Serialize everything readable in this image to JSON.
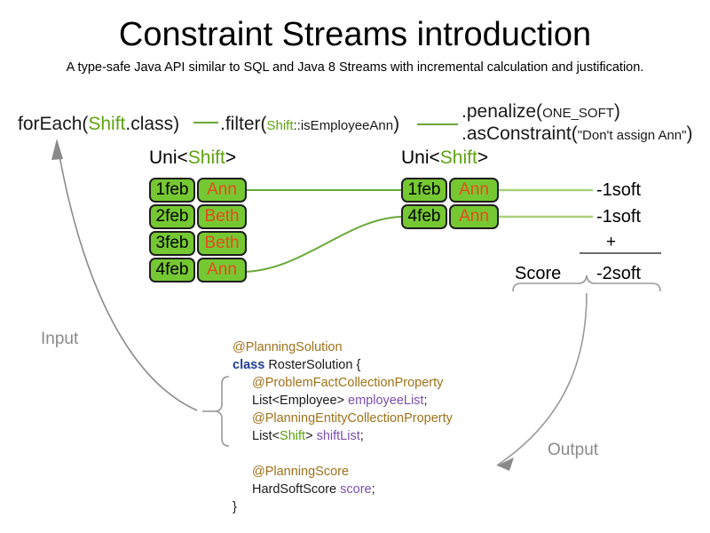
{
  "header": {
    "title": "Constraint Streams introduction",
    "subtitle": "A type-safe Java API similar to SQL and Java 8 Streams with incremental calculation and justification."
  },
  "pipeline": {
    "foreach": {
      "name": "forEach(",
      "type": "Shift",
      "tail": ".class)"
    },
    "filter": {
      "name": ".filter(",
      "arg_type": "Shift",
      "arg_rest": "::isEmployeeAnn",
      "tail": ")"
    },
    "penalize": {
      "name": ".penalize(",
      "arg": "ONE_SOFT",
      "tail": ")"
    },
    "as_constraint": {
      "name": ".asConstraint(",
      "arg": "\"Don't assign Ann\"",
      "tail": ")"
    }
  },
  "streams": {
    "left": {
      "caption_prefix": "Uni<",
      "caption_type": "Shift",
      "caption_suffix": ">",
      "rows": [
        {
          "date": "1feb",
          "employee": "Ann"
        },
        {
          "date": "2feb",
          "employee": "Beth"
        },
        {
          "date": "3feb",
          "employee": "Beth"
        },
        {
          "date": "4feb",
          "employee": "Ann"
        }
      ]
    },
    "right": {
      "caption_prefix": "Uni<",
      "caption_type": "Shift",
      "caption_suffix": ">",
      "rows": [
        {
          "date": "1feb",
          "employee": "Ann"
        },
        {
          "date": "4feb",
          "employee": "Ann"
        }
      ]
    }
  },
  "score": {
    "penalties": [
      "-1soft",
      "-1soft"
    ],
    "operator": "+",
    "label": "Score",
    "total": "-2soft"
  },
  "annotations": {
    "input": "Input",
    "output": "Output"
  },
  "code": {
    "lines": [
      {
        "segments": [
          {
            "text": "@PlanningSolution",
            "style": "ann"
          }
        ],
        "indent": 0
      },
      {
        "segments": [
          {
            "text": "class ",
            "style": "kw"
          },
          {
            "text": "RosterSolution {",
            "style": "plain"
          }
        ],
        "indent": 0
      },
      {
        "segments": [
          {
            "text": "@ProblemFactCollectionProperty",
            "style": "ann"
          }
        ],
        "indent": 1
      },
      {
        "segments": [
          {
            "text": "List<Employee> ",
            "style": "plain"
          },
          {
            "text": "employeeList",
            "style": "var"
          },
          {
            "text": ";",
            "style": "plain"
          }
        ],
        "indent": 1
      },
      {
        "segments": [
          {
            "text": "@PlanningEntityCollectionProperty",
            "style": "ann"
          }
        ],
        "indent": 1
      },
      {
        "segments": [
          {
            "text": "List<",
            "style": "plain"
          },
          {
            "text": "Shift",
            "style": "green"
          },
          {
            "text": "> ",
            "style": "plain"
          },
          {
            "text": "shiftList",
            "style": "var"
          },
          {
            "text": ";",
            "style": "plain"
          }
        ],
        "indent": 1
      },
      {
        "segments": [
          {
            "text": " ",
            "style": "plain"
          }
        ],
        "indent": 0
      },
      {
        "segments": [
          {
            "text": "@PlanningScore",
            "style": "ann"
          }
        ],
        "indent": 1
      },
      {
        "segments": [
          {
            "text": "HardSoftScore ",
            "style": "plain"
          },
          {
            "text": "score",
            "style": "var"
          },
          {
            "text": ";",
            "style": "plain"
          }
        ],
        "indent": 1
      },
      {
        "segments": [
          {
            "text": "}",
            "style": "plain"
          }
        ],
        "indent": 0
      }
    ]
  },
  "colors": {
    "box_fill": "#76c832",
    "box_border": "#1e1e1e",
    "employee_text": "#e8491d",
    "stream_line": "#6aa83a",
    "accent_green": "#5ea312",
    "annotation_brown": "#a0711a",
    "keyword_blue": "#1f3d99",
    "variable_purple": "#7a4fb0",
    "gray_arrow": "#8a8a8a"
  }
}
